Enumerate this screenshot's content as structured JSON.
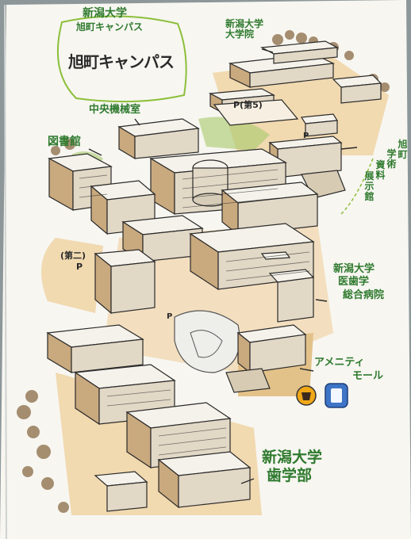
{
  "map": {
    "title_box": {
      "line1": "新潟大学",
      "line2": "旭町キャンパス",
      "logo_text": "旭町キャンパス"
    },
    "labels": {
      "central_machine_room": "中央機械室",
      "library": "図書館",
      "graduate_school": [
        "新潟大学",
        "大学院"
      ],
      "parking_5": "P(第5)",
      "parking_2": "(第二)",
      "parking_2_p": "P",
      "parking_small_1": "P",
      "parking_small_2": "P",
      "museum": [
        "旭町",
        "学術",
        "資料",
        "展示館"
      ],
      "hospital": [
        "新潟大学",
        "医歯学",
        "総合病院"
      ],
      "amenity": [
        "アメニティ",
        "モール"
      ],
      "dentistry": [
        "新潟大学",
        "歯学部"
      ]
    },
    "colors": {
      "paper": "#f7f6f1",
      "ink": "#2a2a2a",
      "label_green": "#2f7a2e",
      "ground_orange": "#f1d9b0",
      "building_shadow": "#c9a97e",
      "grass_green": "#a7c96a",
      "tree_brown": "#8a6a45"
    },
    "icons": [
      "coffee-cup-icon",
      "convenience-store-icon"
    ]
  }
}
